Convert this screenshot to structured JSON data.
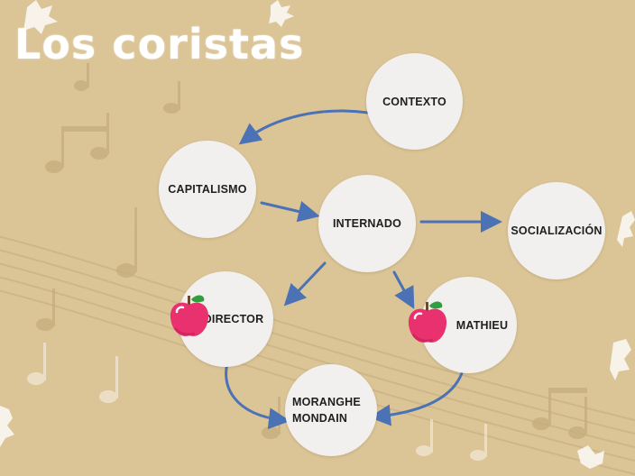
{
  "title": "Los coristas",
  "nodes": {
    "contexto": "CONTEXTO",
    "capitalismo": "CAPITALISMO",
    "internado": "INTERNADO",
    "socializacion": "SOCIALIZACIÓN",
    "director": "DIRECTOR",
    "mathieu": "MATHIEU",
    "moranghe_line1": "MORANGHE",
    "moranghe_line2": "MONDAIN"
  },
  "colors": {
    "background": "#dbc495",
    "node_fill": "#f2f0ee",
    "arrow": "#4a72b5",
    "apple": "#e8316e",
    "leaf": "#2e9e3e"
  },
  "icons": [
    "apple-icon",
    "apple-icon"
  ]
}
